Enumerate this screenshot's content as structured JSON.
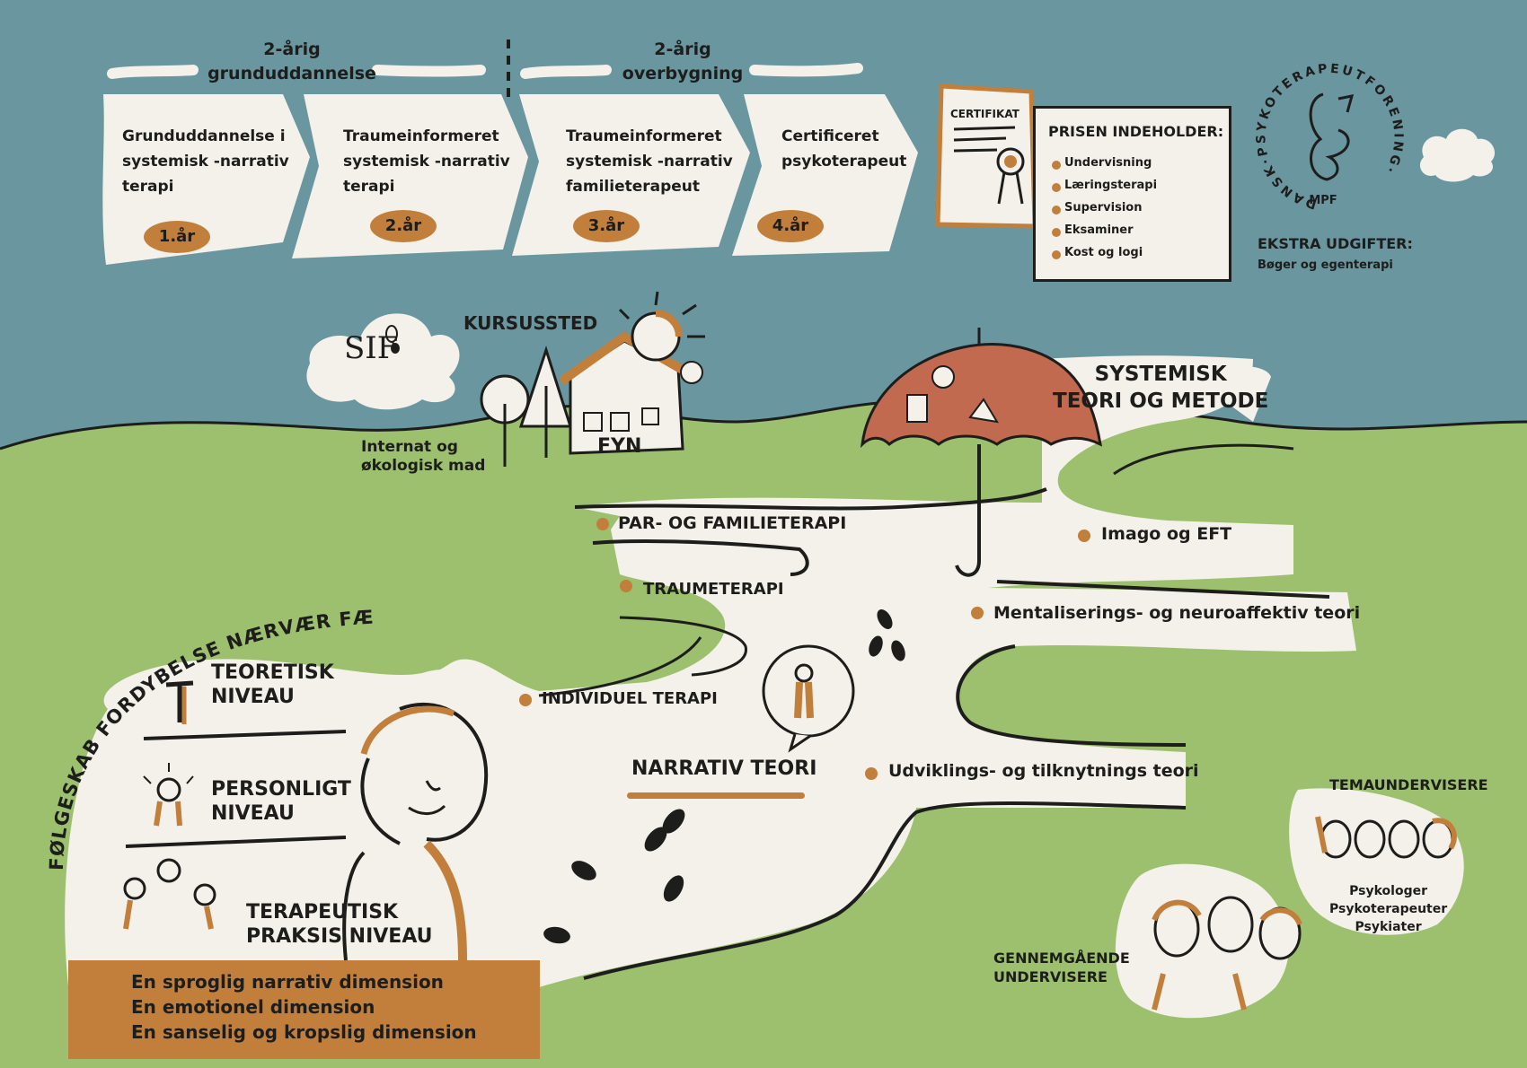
{
  "phases": [
    {
      "label": "2-årig\ngrunduddannelse"
    },
    {
      "label": "2-årig\noverbygning"
    }
  ],
  "steps": [
    {
      "text": "Grunduddannelse i\nsystemisk -narrativ\nterapi",
      "year": "1.år"
    },
    {
      "text": "Traumeinformeret\nsystemisk -narrativ\nterapi",
      "year": "2.år"
    },
    {
      "text": "Traumeinformeret\nsystemisk -narrativ\nfamilieterapeut",
      "year": "3.år"
    },
    {
      "text": "Certificeret\npsykoterapeut",
      "year": "4.år"
    }
  ],
  "certificate": {
    "label": "CERTIFIKAT"
  },
  "price": {
    "title": "PRISEN INDEHOLDER:",
    "items": [
      "Undervisning",
      "Læringsterapi",
      "Supervision",
      "Eksaminer",
      "Kost og logi"
    ]
  },
  "extra": {
    "title": "EKSTRA UDGIFTER:",
    "text": "Bøger og egenterapi"
  },
  "logo": {
    "ring_text": "DANSK·PSYKOTERAPEUTFORENING·",
    "bottom": "MPF"
  },
  "sif": {
    "label": "SIF"
  },
  "venue": {
    "title": "KURSUSSTED",
    "place": "FYN",
    "food": "Internat og\nøkologisk mad"
  },
  "umbrella": {
    "title": "SYSTEMISK\nTEORI OG METODE"
  },
  "paths": [
    {
      "label": "PAR- OG FAMILIETERAPI"
    },
    {
      "label": "TRAUMETERAPI"
    },
    {
      "label": "INDIVIDUEL TERAPI"
    },
    {
      "label": "Imago og EFT"
    },
    {
      "label": "Mentaliserings- og neuroaffektiv teori"
    },
    {
      "label": "Udviklings- og tilknytnings teori"
    },
    {
      "label": "NARRATIV TEORI"
    }
  ],
  "arc_text": "FØLGESKAB  FORDYBELSE  NÆRVÆR  FÆLLESSKAB",
  "levels": [
    {
      "label": "TEORETISK\nNIVEAU"
    },
    {
      "label": "PERSONLIGT\nNIVEAU"
    },
    {
      "label": "TERAPEUTISK\nPRAKSIS NIVEAU"
    }
  ],
  "dimensions": [
    "En sproglig narrativ dimension",
    "En emotionel dimension",
    "En sanselig og kropslig dimension"
  ],
  "teachers": {
    "theme_title": "TEMAUNDERVISERE",
    "theme_roles": "Psykologer\nPsykoterapeuter\nPsykiater",
    "general_title": "GENNEMGÅENDE\nUNDERVISERE"
  },
  "colors": {
    "sky": "#6a96a0",
    "grass": "#9cc06e",
    "paper": "#f3f1ea",
    "accent": "#c17f3b",
    "umbrella": "#c16a4f",
    "ink": "#1d1d1b"
  }
}
